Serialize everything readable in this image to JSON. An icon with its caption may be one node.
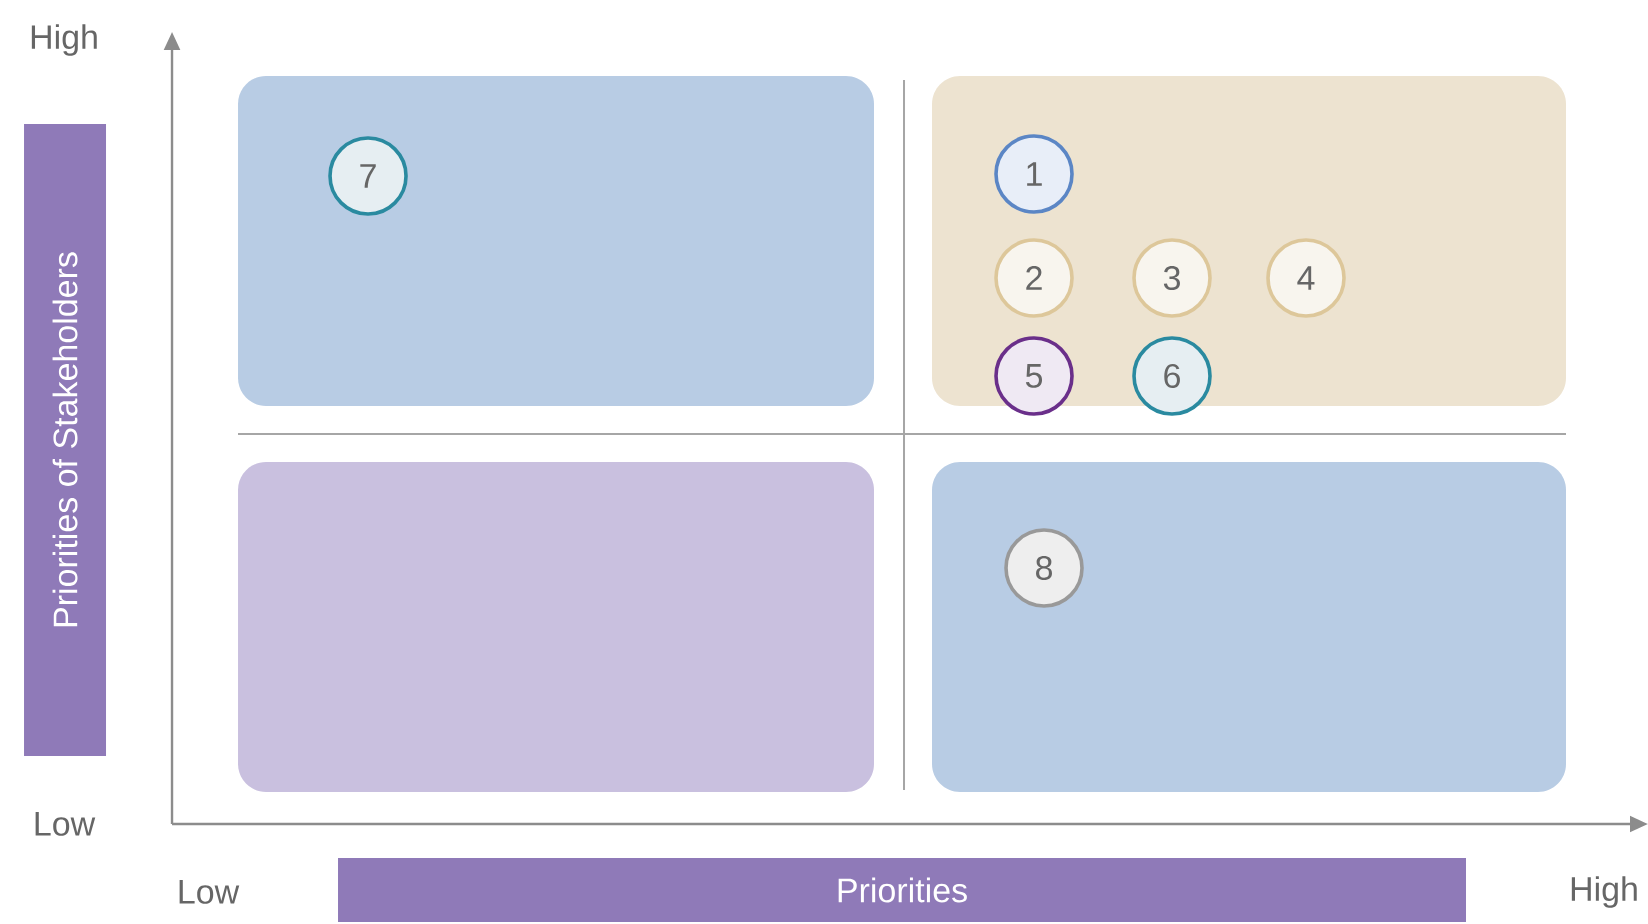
{
  "diagram": {
    "nodes": [
      {
        "text": [],
        "shape": "box"
      },
      {
        "text": [
          "7"
        ],
        "in": 0
      },
      {
        "text": [],
        "shape": "box"
      },
      {
        "text": [
          "1"
        ],
        "in": 2
      },
      {
        "text": [
          "2"
        ],
        "in": 2
      },
      {
        "text": [
          "3"
        ],
        "in": 2
      },
      {
        "text": [
          "4"
        ],
        "in": 2
      },
      {
        "text": [
          "5"
        ],
        "in": 2
      },
      {
        "text": [
          "6"
        ],
        "in": 2
      },
      {
        "text": [],
        "shape": "box"
      },
      {
        "text": [],
        "shape": "box"
      },
      {
        "text": [
          "8"
        ],
        "in": 10
      },
      {
        "text": [
          "Priorities of Stakeholders"
        ]
      },
      {
        "text": [
          "Priorities"
        ]
      }
    ],
    "labels": [
      "High",
      "Low",
      "Low",
      "High"
    ]
  }
}
